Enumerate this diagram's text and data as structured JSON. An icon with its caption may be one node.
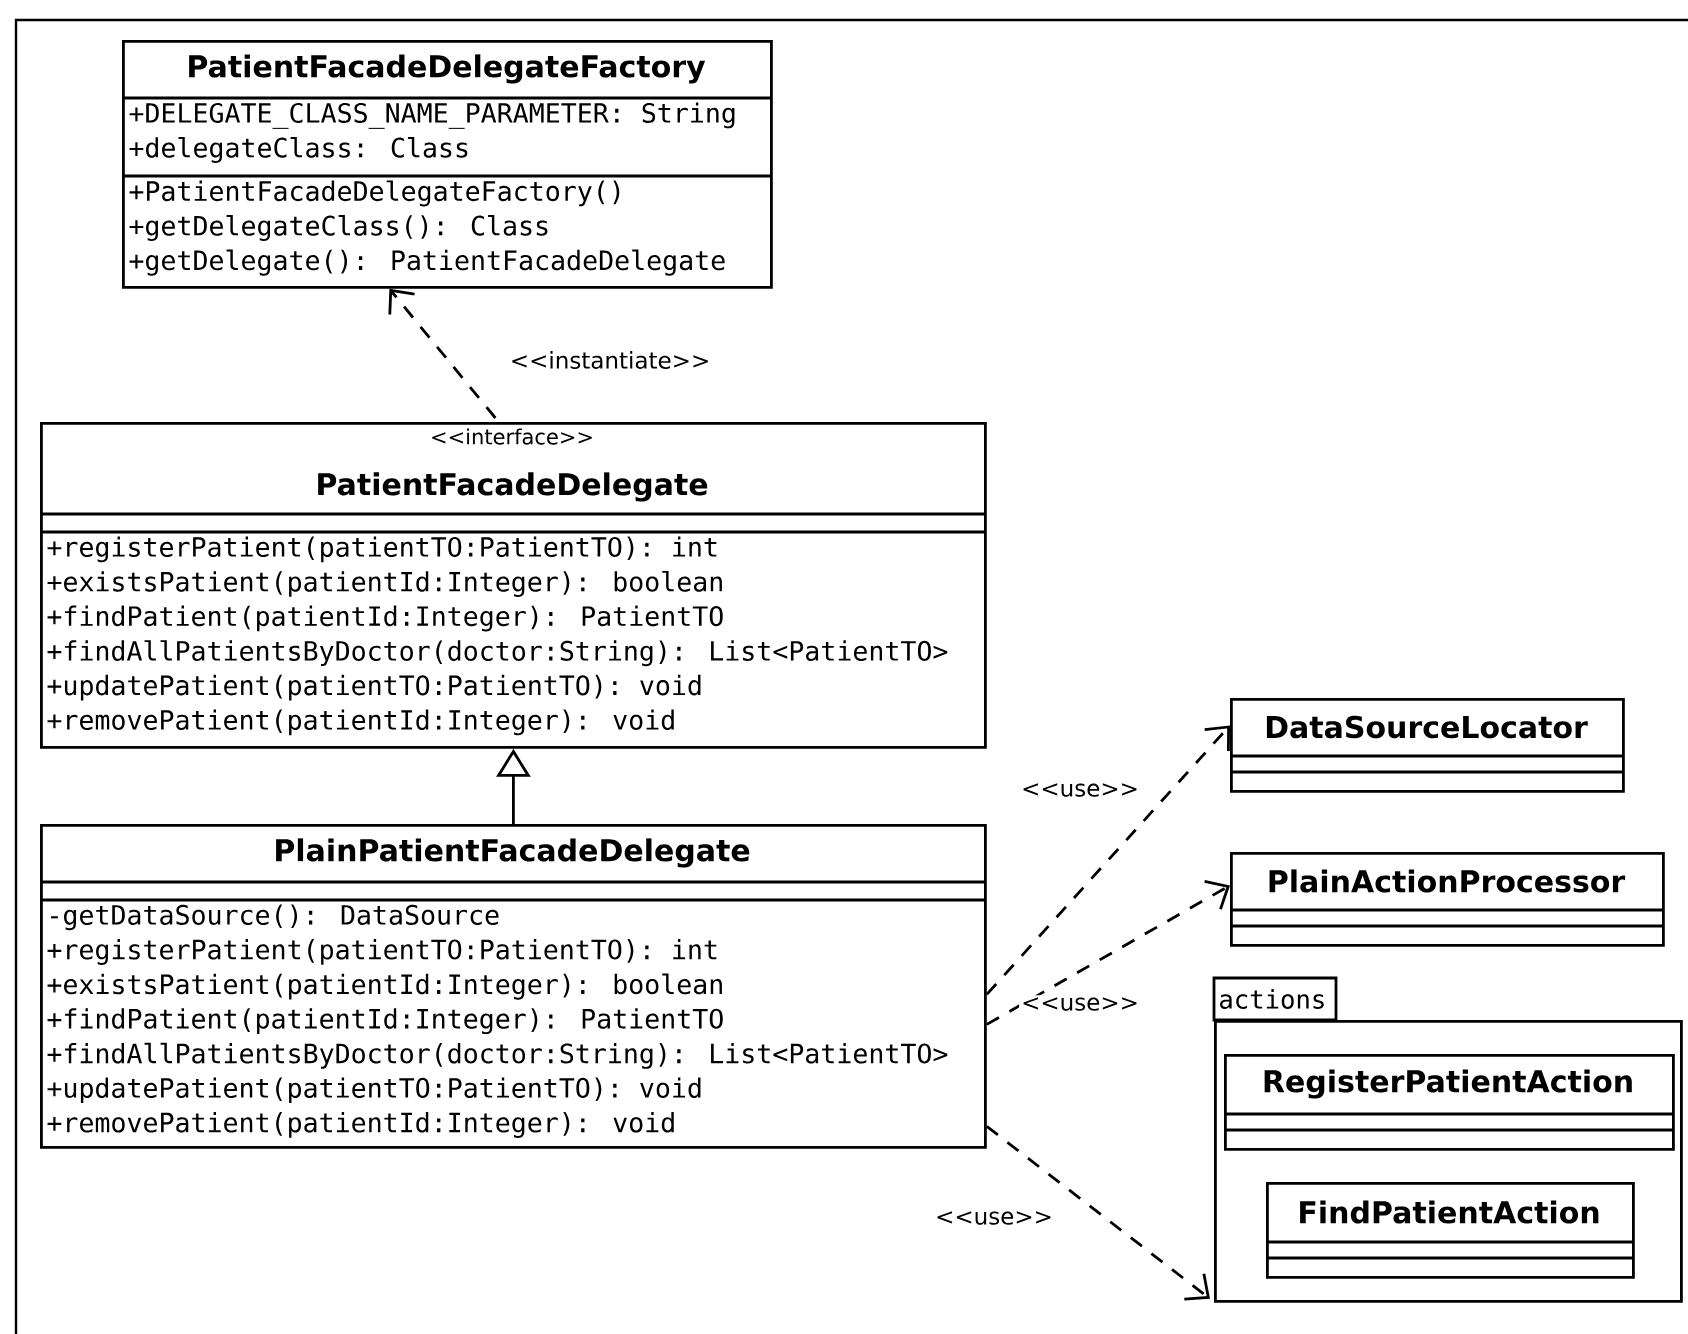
{
  "diagram": {
    "nodes": [
      {
        "text": [
          "PatientFacadeDelegateFactory",
          "+DELEGATE_CLASS_NAME_PARAMETER: String",
          "+delegateClass: Class",
          "+PatientFacadeDelegateFactory()",
          "+getDelegateClass(): Class",
          "+getDelegate(): PatientFacadeDelegate"
        ]
      },
      {
        "text": [
          "<<interface>>",
          "PatientFacadeDelegate",
          "+registerPatient(patientTO:PatientTO): int",
          "+existsPatient(patientId:Integer): boolean",
          "+findPatient(patientId:Integer): PatientTO",
          "+findAllPatientsByDoctor(doctor:String): List<PatientTO>",
          "+updatePatient(patientTO:PatientTO): void",
          "+removePatient(patientId:Integer): void"
        ]
      },
      {
        "text": [
          "PlainPatientFacadeDelegate",
          "-getDataSource(): DataSource",
          "+registerPatient(patientTO:PatientTO): int",
          "+existsPatient(patientId:Integer): boolean",
          "+findPatient(patientId:Integer): PatientTO",
          "+findAllPatientsByDoctor(doctor:String): List<PatientTO>",
          "+updatePatient(patientTO:PatientTO): void",
          "+removePatient(patientId:Integer): void"
        ]
      },
      {
        "text": [
          "DataSourceLocator"
        ]
      },
      {
        "text": [
          "PlainActionProcessor"
        ]
      },
      {
        "text": [
          "actions"
        ]
      },
      {
        "text": [
          "RegisterPatientAction"
        ],
        "in": 5
      },
      {
        "text": [
          "FindPatientAction"
        ],
        "in": 5
      }
    ],
    "edges": [
      {
        "from": 1,
        "to": 0,
        "arrow": "to",
        "label": "<<instantiate>>",
        "style": "dashed"
      },
      {
        "from": 2,
        "to": 1,
        "arrow": "to"
      },
      {
        "from": 2,
        "to": 3,
        "arrow": "to",
        "label": "<<use>>",
        "style": "dashed"
      },
      {
        "from": 2,
        "to": 4,
        "arrow": "to",
        "label": "<<use>>",
        "style": "dashed"
      },
      {
        "from": 2,
        "to": 5,
        "arrow": "to",
        "label": "<<use>>",
        "style": "dashed"
      }
    ]
  }
}
